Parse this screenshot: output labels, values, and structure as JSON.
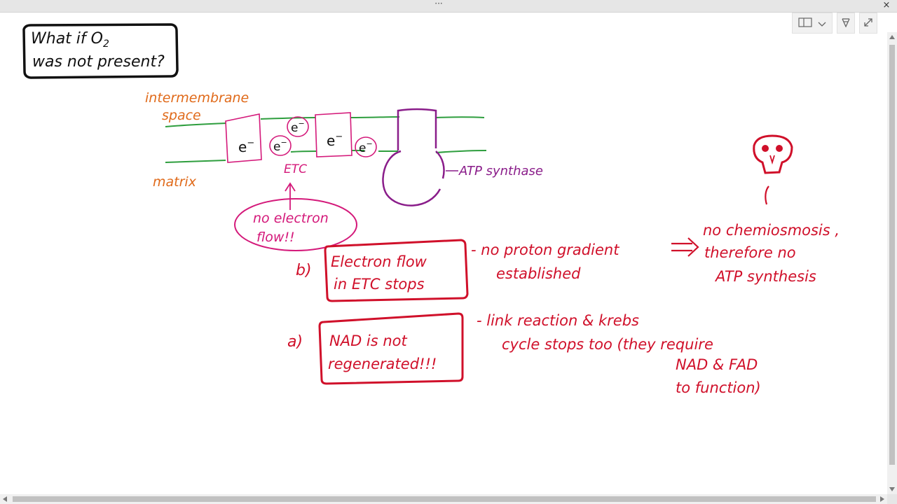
{
  "app": {
    "drag_handle": "···",
    "close_glyph": "×"
  },
  "toolbar": {
    "view_icon": "page-view-icon",
    "chevron_icon": "chevron-down-icon",
    "filter_icon": "filter-icon",
    "expand_icon": "expand-icon"
  },
  "notes": {
    "question_line1": "What if O",
    "question_sub": "2",
    "question_line2": "was not present?",
    "intermembrane": "intermembrane",
    "space": "space",
    "matrix": "matrix",
    "electron": "e",
    "electron_sup": "−",
    "etc": "ETC",
    "atp_synthase": "ATP synthase",
    "bubble_line1": "no electron",
    "bubble_line2": "flow!!",
    "b_label": "b)",
    "b_box_line1": "Electron flow",
    "b_box_line2": "in ETC stops",
    "b_text_line1": "- no proton gradient",
    "b_text_line2": "established",
    "result_line1": "no chemiosmosis ,",
    "result_line2": "therefore no",
    "result_line3": "ATP synthesis",
    "a_label": "a)",
    "a_box_line1": "NAD is not",
    "a_box_line2": "regenerated!!!",
    "a_text_line1": "- link reaction & krebs",
    "a_text_line2": "cycle stops too (they require",
    "a_text_line3": "NAD & FAD",
    "a_text_line4": "to function)"
  },
  "colors": {
    "ink_black": "#111111",
    "ink_red": "#d0102a",
    "ink_magenta": "#d4197a",
    "ink_orange": "#e06a1a",
    "ink_green": "#2e9e3e",
    "ink_purple": "#8a1d8a"
  }
}
